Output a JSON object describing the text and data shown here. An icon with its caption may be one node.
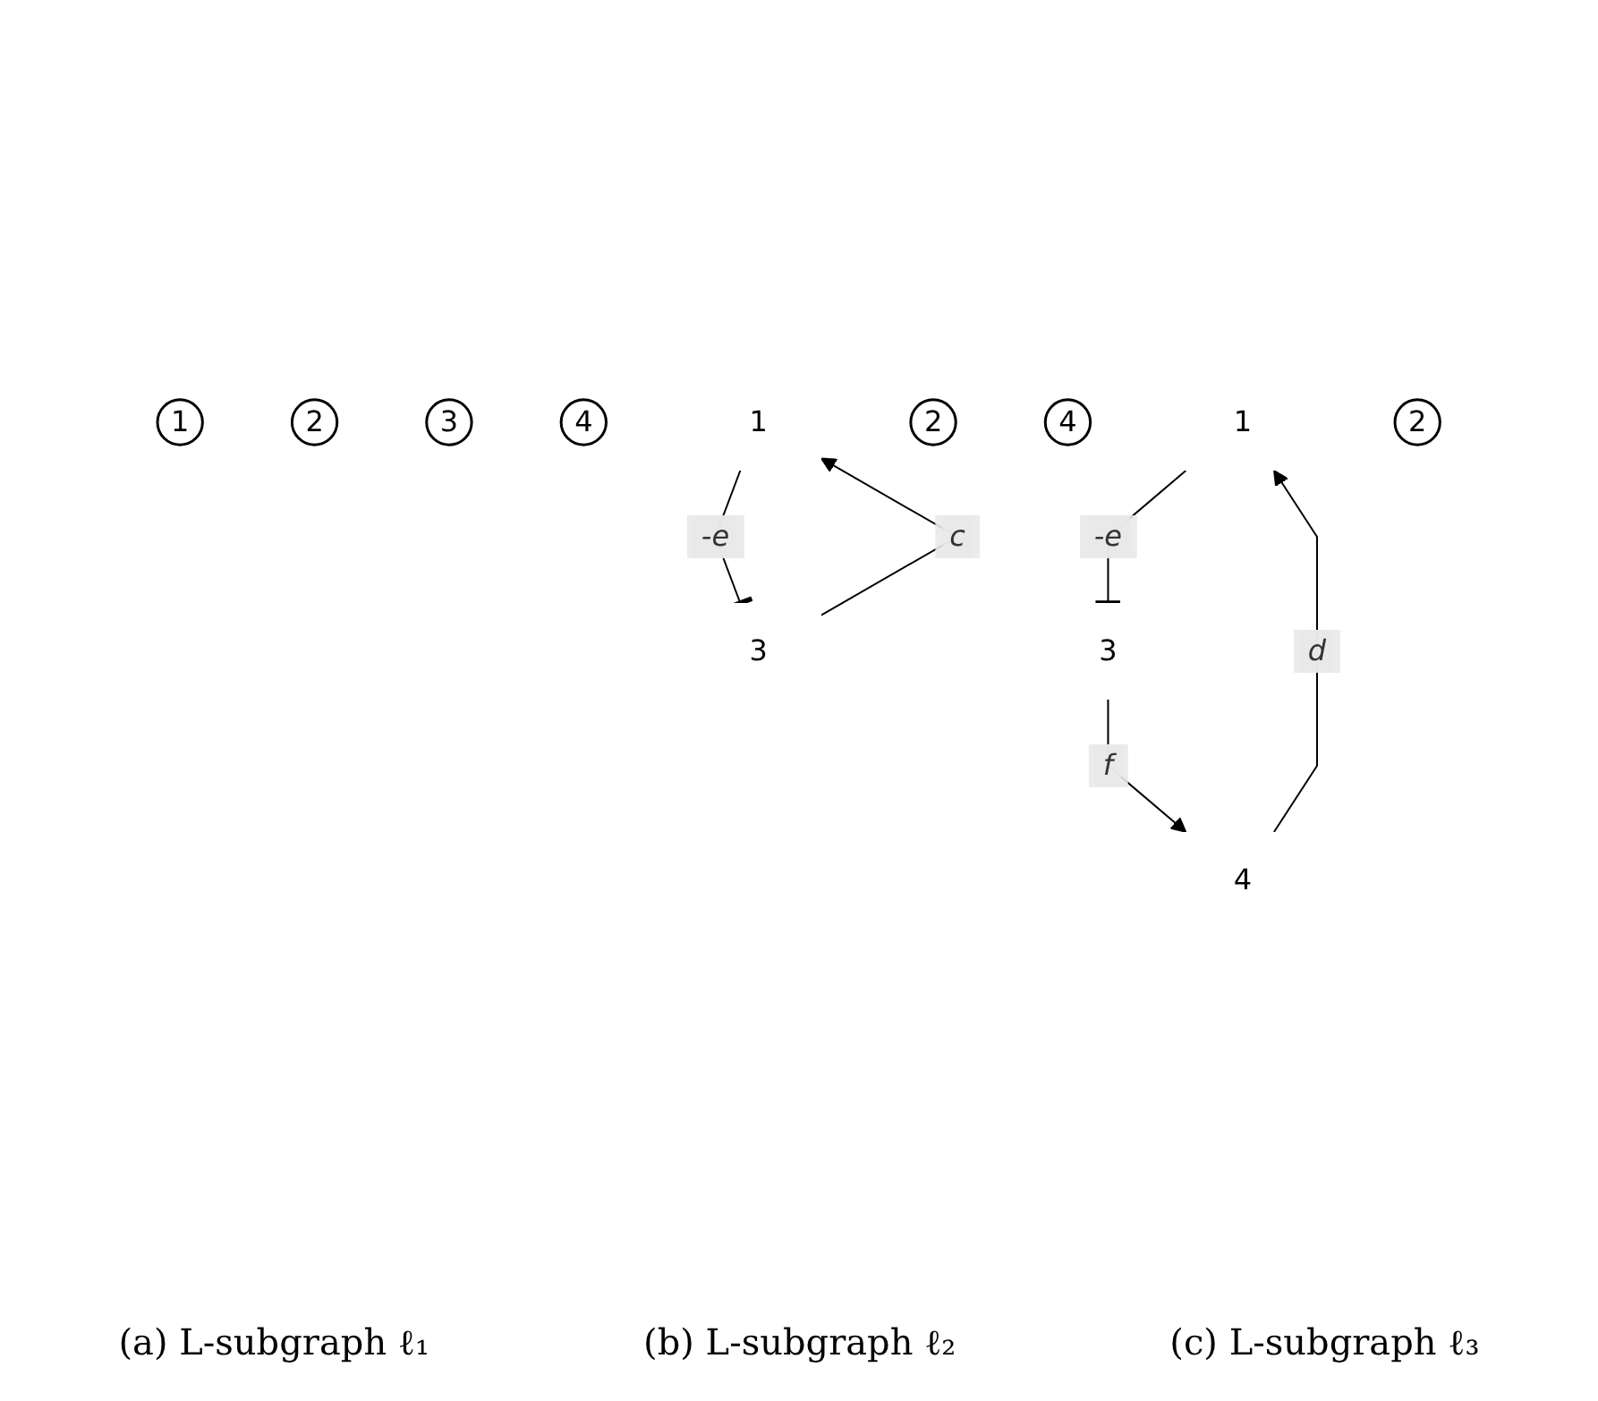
{
  "diagram": {
    "nodes": [
      {
        "text": [
          "1"
        ]
      },
      {
        "text": [
          "2"
        ]
      },
      {
        "text": [
          "3"
        ]
      },
      {
        "text": [
          "4"
        ]
      },
      {
        "text": [
          "1"
        ]
      },
      {
        "text": [
          "2"
        ]
      },
      {
        "text": [
          "3"
        ]
      },
      {
        "text": [
          "4"
        ]
      },
      {
        "text": [
          "1"
        ]
      },
      {
        "text": [
          "2"
        ]
      },
      {
        "text": [
          "3"
        ]
      },
      {
        "text": [
          "4"
        ]
      }
    ],
    "edges": [
      {
        "from": 6,
        "to": 4,
        "arrow": "to",
        "label": "c"
      },
      {
        "from": 4,
        "to": 6,
        "arrow": "other",
        "label": "-e"
      },
      {
        "from": 11,
        "to": 8,
        "arrow": "to",
        "label": "d"
      },
      {
        "from": 8,
        "to": 10,
        "arrow": "other",
        "label": "-e"
      },
      {
        "from": 10,
        "to": 11,
        "arrow": "to",
        "label": "f"
      }
    ],
    "labels": [
      "(a) L-subgraph ℓ₁",
      "(b) L-subgraph ℓ₂",
      "(c) L-subgraph ℓ₃"
    ]
  }
}
